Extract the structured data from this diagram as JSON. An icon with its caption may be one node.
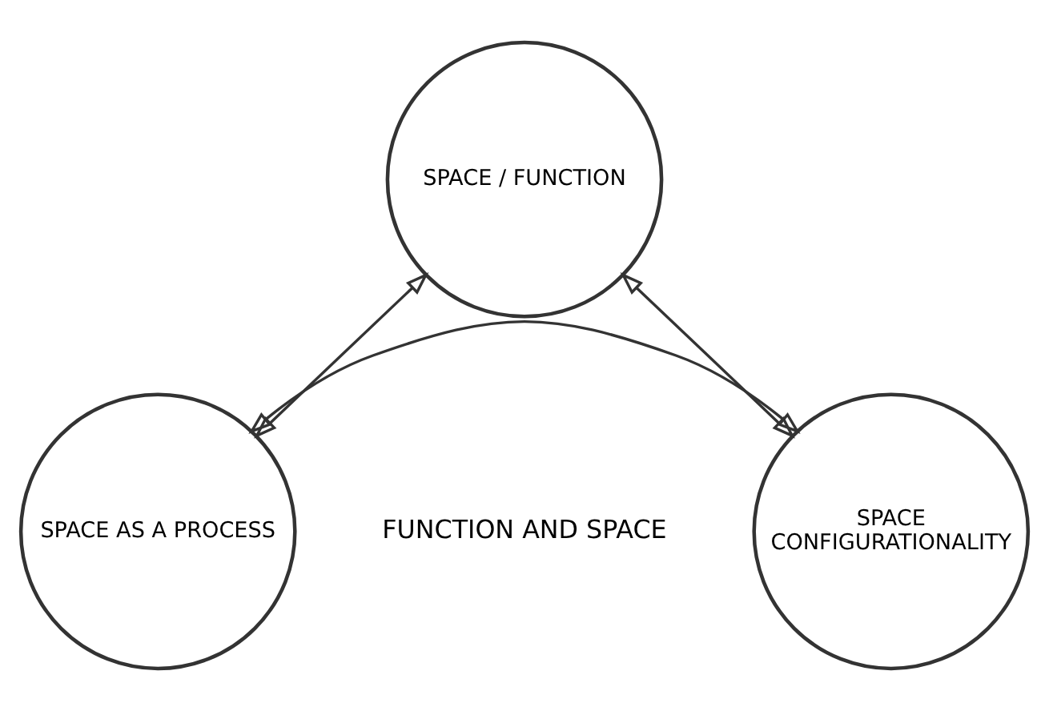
{
  "diagram": {
    "nodes": [
      {
        "text": [
          "SPACE / FUNCTION"
        ]
      },
      {
        "text": [
          "SPACE AS A PROCESS"
        ]
      },
      {
        "text": [
          "SPACE CONFIGURATIONALITY"
        ]
      }
    ],
    "edges": [
      {
        "from": 0,
        "to": 1,
        "arrow": "both"
      },
      {
        "from": 0,
        "to": 2,
        "arrow": "both"
      },
      {
        "from": 1,
        "to": 2,
        "arrow": "both"
      }
    ],
    "labels": [
      "FUNCTION AND SPACE"
    ]
  }
}
